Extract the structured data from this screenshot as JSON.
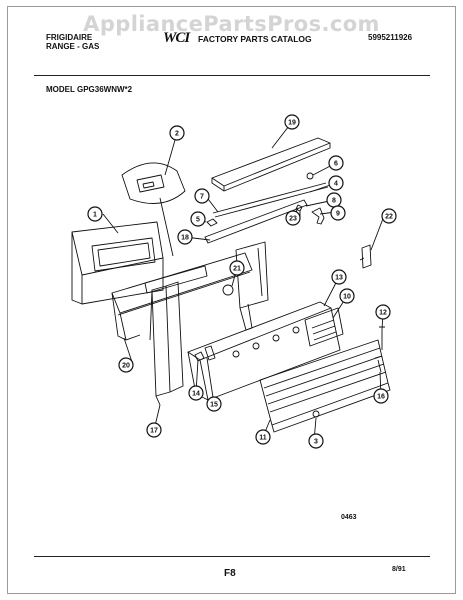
{
  "watermark": "AppliancePartsPros.com",
  "header": {
    "brand": "FRIGIDAIRE",
    "product_line": "RANGE - GAS",
    "logo_text": "WCI",
    "catalog_title": "FACTORY PARTS CATALOG",
    "catalog_number": "5995211926"
  },
  "model": "MODEL GPG36WNW*2",
  "diagram_code": "0463",
  "page_number": "F8",
  "date": "8/91",
  "callouts": [
    "1",
    "2",
    "3",
    "4",
    "5",
    "6",
    "7",
    "8",
    "9",
    "10",
    "11",
    "12",
    "13",
    "14",
    "15",
    "16",
    "17",
    "18",
    "19",
    "20",
    "21",
    "22",
    "23"
  ]
}
